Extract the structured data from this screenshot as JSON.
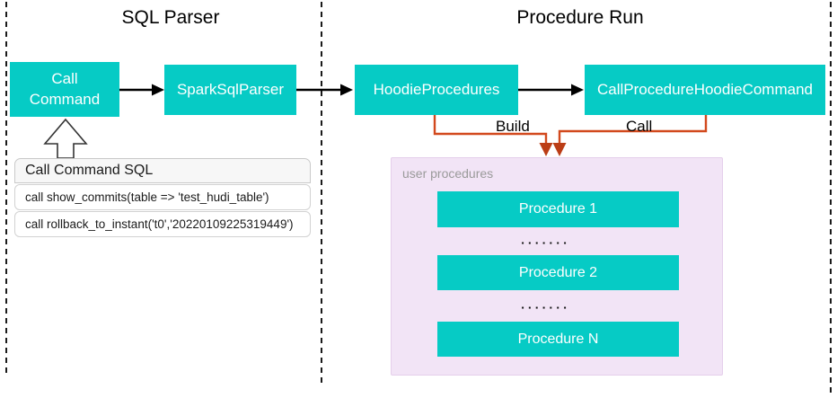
{
  "sections": {
    "sql_parser": {
      "title": "SQL Parser"
    },
    "procedure_run": {
      "title": "Procedure Run"
    }
  },
  "nodes": {
    "call_command": {
      "label": "Call Command"
    },
    "spark_sql_parser": {
      "label": "SparkSqlParser"
    },
    "hoodie_procedures": {
      "label": "HoodieProcedures"
    },
    "call_procedure_hoodie_command": {
      "label": "CallProcedureHoodieCommand"
    }
  },
  "edges": {
    "build_label": "Build",
    "call_label": "Call"
  },
  "sql_panel": {
    "header": "Call Command SQL",
    "rows": [
      "call show_commits(table => 'test_hudi_table')",
      "call rollback_to_instant('t0','20220109225319449')"
    ]
  },
  "procedures_panel": {
    "label": "user procedures",
    "items": [
      "Procedure 1",
      "Procedure 2",
      "Procedure N"
    ],
    "dots": "▪▪▪▪▪▪▪"
  },
  "colors": {
    "teal": "#06cbc5",
    "orange_line": "#d2491d",
    "orange_arrowhead": "#bb3d16",
    "pink_panel": "#f2e4f6",
    "sql_header_bg": "#f7f7f7",
    "gray_label": "#9a9a9a",
    "black": "#111111"
  }
}
